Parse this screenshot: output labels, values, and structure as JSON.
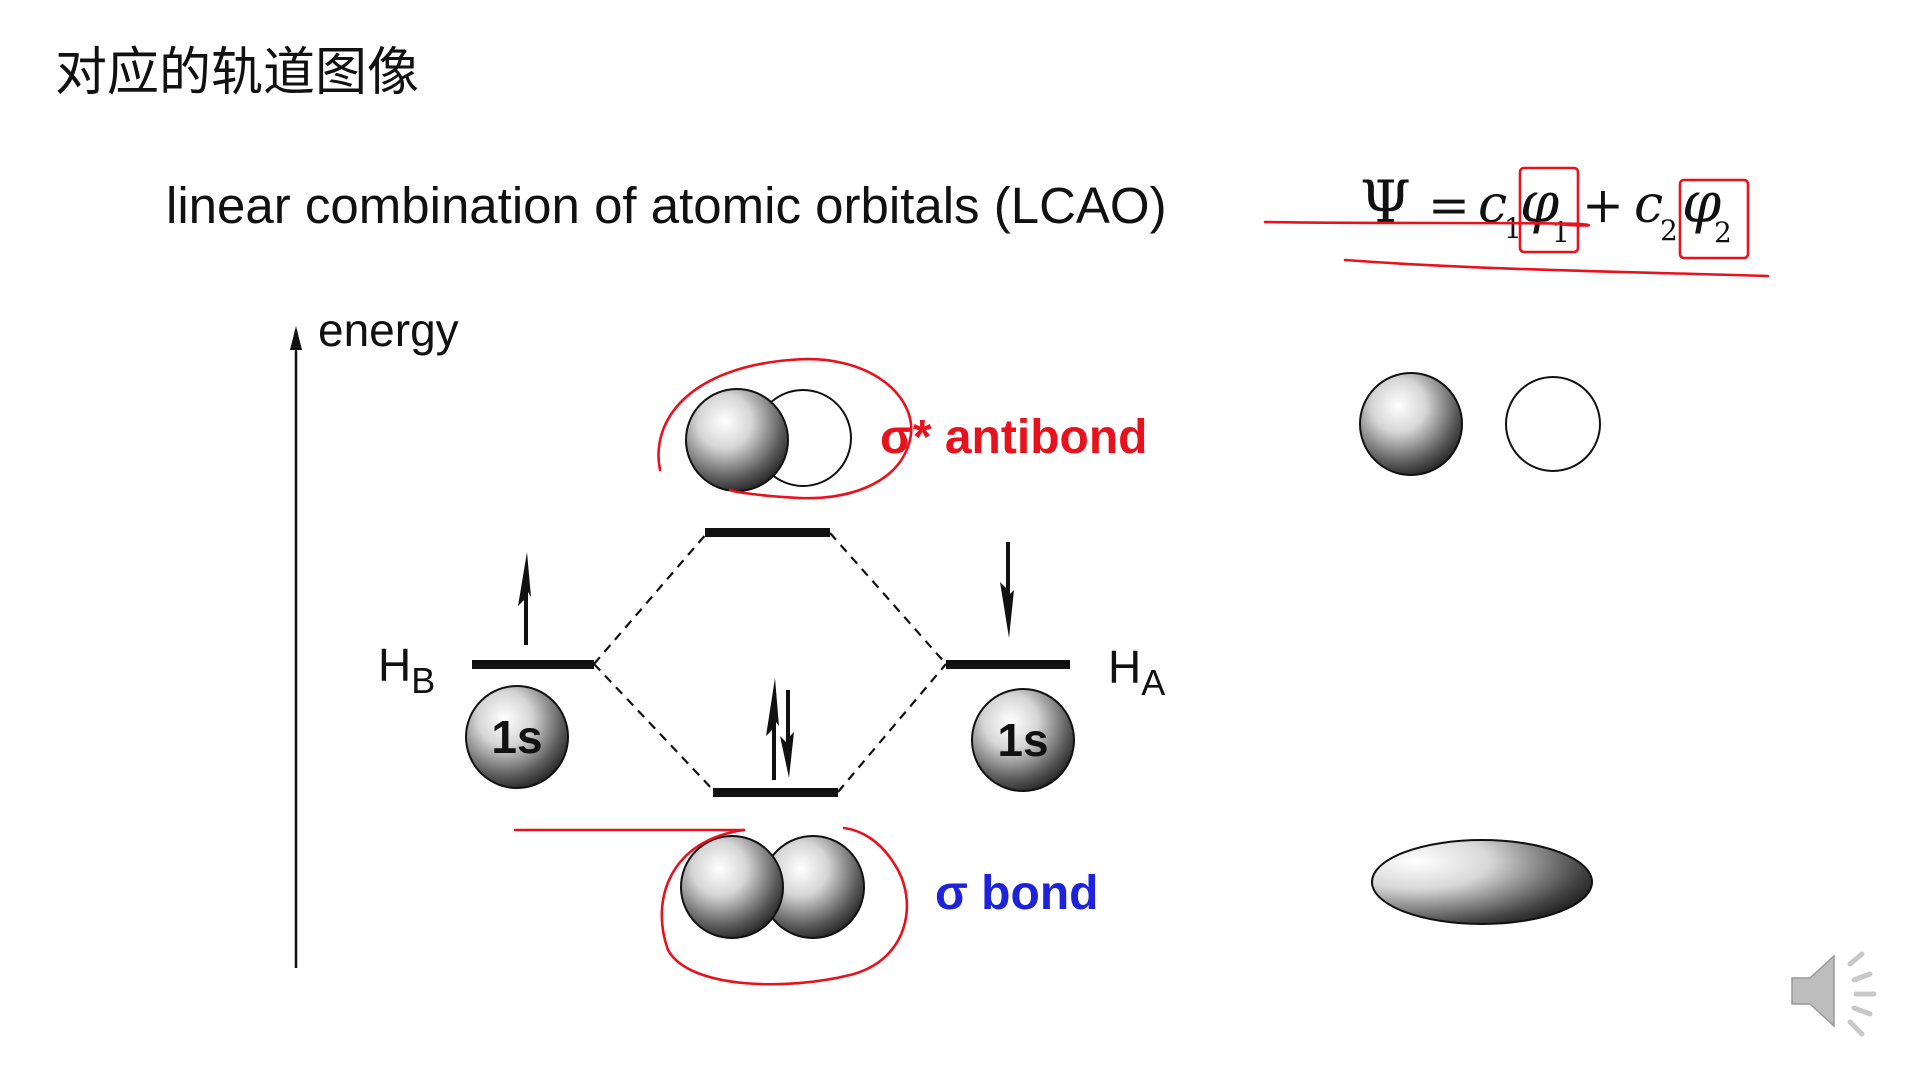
{
  "slide": {
    "title": "对应的轨道图像",
    "subtitle": "linear combination of atomic orbitals (LCAO)",
    "equation": {
      "psi": "Ψ",
      "equals": "=",
      "c1": "c",
      "c1_sub": "1",
      "phi1": "φ",
      "phi1_sub": "1",
      "plus": "+",
      "c2": "c",
      "c2_sub": "2",
      "phi2": "φ",
      "phi2_sub": "2"
    }
  },
  "diagram": {
    "axis_label": "energy",
    "antibond_label": "σ* antibond",
    "bond_label": "σ bond",
    "left_atom": {
      "symbol": "H",
      "subscript": "B",
      "orbital": "1s"
    },
    "right_atom": {
      "symbol": "H",
      "subscript": "A",
      "orbital": "1s"
    }
  },
  "colors": {
    "annotation_red": "#e8121e",
    "bond_blue": "#1e22d8",
    "text": "#111111"
  },
  "icons": {
    "audio": "speaker-icon"
  }
}
